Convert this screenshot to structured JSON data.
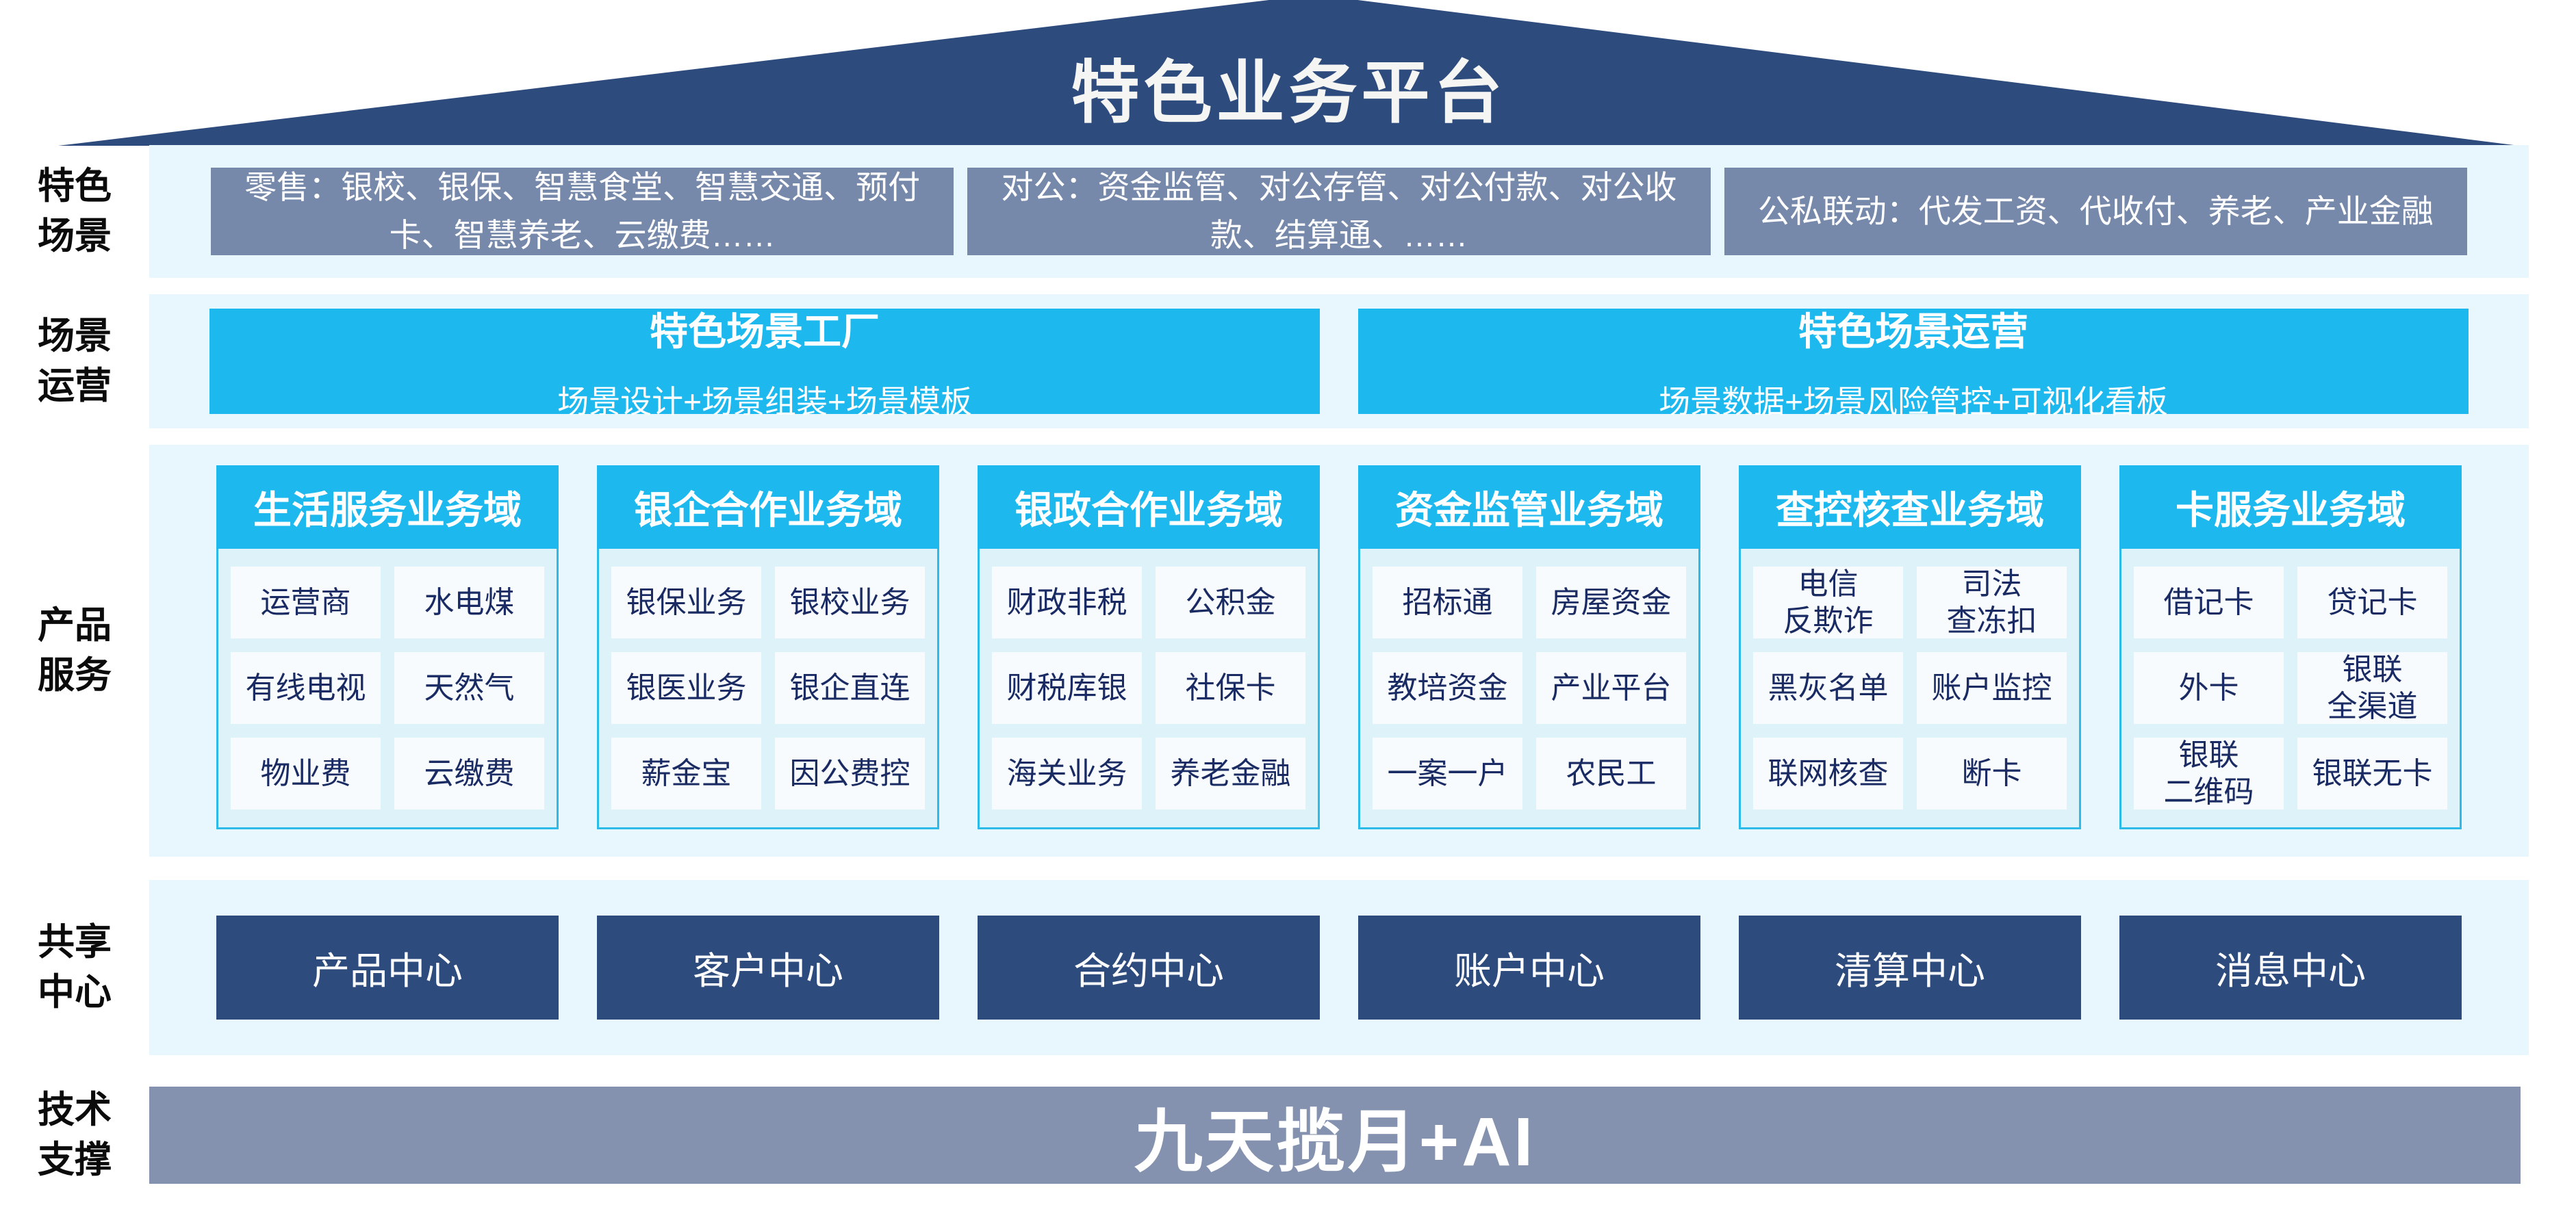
{
  "colors": {
    "roof_blue": "#2e4b7d",
    "slate_box": "#7789ab",
    "accent_cyan": "#1cb8ee",
    "band_bg": "#e7f7fd",
    "panel_bg": "#def2fa",
    "panel_border": "#2cbae9",
    "cell_bg": "#f7fbfe",
    "cell_text": "#1a2b63",
    "center_box_blue": "#2e4b7d",
    "tech_bar_gray": "#8492af"
  },
  "banner": {
    "title": "特色业务平台"
  },
  "rows": {
    "scenes": {
      "label": "特色\n场景",
      "boxes": [
        "零售：银校、银保、智慧食堂、智慧交通、预付\n卡、智慧养老、云缴费……",
        "对公：资金监管、对公存管、对公付款、对公收\n款、结算通、……",
        "公私联动：代发工资、代收付、养老、产业金融"
      ]
    },
    "operation": {
      "label": "场景\n运营",
      "boxes": [
        {
          "title": "特色场景工厂",
          "subtitle": "场景设计+场景组装+场景模板"
        },
        {
          "title": "特色场景运营",
          "subtitle": "场景数据+场景风险管控+可视化看板"
        }
      ]
    },
    "products": {
      "label": "产品\n服务",
      "columns": [
        {
          "header": "生活服务业务域",
          "cells": [
            "运营商",
            "水电煤",
            "有线电视",
            "天然气",
            "物业费",
            "云缴费"
          ]
        },
        {
          "header": "银企合作业务域",
          "cells": [
            "银保业务",
            "银校业务",
            "银医业务",
            "银企直连",
            "薪金宝",
            "因公费控"
          ]
        },
        {
          "header": "银政合作业务域",
          "cells": [
            "财政非税",
            "公积金",
            "财税库银",
            "社保卡",
            "海关业务",
            "养老金融"
          ]
        },
        {
          "header": "资金监管业务域",
          "cells": [
            "招标通",
            "房屋资金",
            "教培资金",
            "产业平台",
            "一案一户",
            "农民工"
          ]
        },
        {
          "header": "查控核查业务域",
          "cells": [
            "电信\n反欺诈",
            "司法\n查冻扣",
            "黑灰名单",
            "账户监控",
            "联网核查",
            "断卡"
          ]
        },
        {
          "header": "卡服务业务域",
          "cells": [
            "借记卡",
            "贷记卡",
            "外卡",
            "银联\n全渠道",
            "银联\n二维码",
            "银联无卡"
          ]
        }
      ]
    },
    "centers": {
      "label": "共享\n中心",
      "boxes": [
        "产品中心",
        "客户中心",
        "合约中心",
        "账户中心",
        "清算中心",
        "消息中心"
      ]
    },
    "tech": {
      "label": "技术\n支撑",
      "bar_text": "九天揽月+AI"
    }
  }
}
